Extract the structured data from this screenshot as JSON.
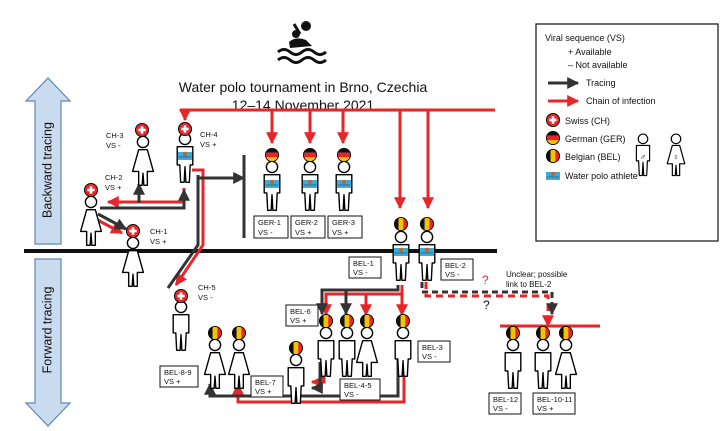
{
  "title": {
    "line1": "Water polo tournament in Brno, Czechia",
    "line2": "12–14 November 2021"
  },
  "side_labels": {
    "backward": "Backward tracing",
    "forward": "Forward tracing"
  },
  "legend": {
    "header": "Viral sequence (VS)",
    "available": "+ Available",
    "not_available": "– Not available",
    "tracing": "Tracing",
    "chain": "Chain of infection",
    "swiss": "Swiss (CH)",
    "german": "German (GER)",
    "belgian": "Belgian (BEL)",
    "athlete": "Water polo athlete"
  },
  "colors": {
    "chain": "#e8262a",
    "tracing": "#333333",
    "swiss": "#e8262a",
    "arrow_fill": "#c9dcef",
    "arrow_stroke": "#5f86b3",
    "athlete": "#3fa9d9"
  },
  "cases": {
    "ch1": {
      "id": "CH-1",
      "vs": "VS +"
    },
    "ch2": {
      "id": "CH-2",
      "vs": "VS +"
    },
    "ch3": {
      "id": "CH-3",
      "vs": "VS -"
    },
    "ch4": {
      "id": "CH-4",
      "vs": "VS +"
    },
    "ch5": {
      "id": "CH-5",
      "vs": "VS -"
    },
    "ger1": {
      "id": "GER-1",
      "vs": "VS -"
    },
    "ger2": {
      "id": "GER-2",
      "vs": "VS +"
    },
    "ger3": {
      "id": "GER-3",
      "vs": "VS +"
    },
    "bel1": {
      "id": "BEL-1",
      "vs": "VS -"
    },
    "bel2": {
      "id": "BEL-2",
      "vs": "VS -"
    },
    "bel3": {
      "id": "BEL-3",
      "vs": "VS -"
    },
    "bel45": {
      "id": "BEL-4-5",
      "vs": "VS -"
    },
    "bel6": {
      "id": "BEL-6",
      "vs": "VS +"
    },
    "bel7": {
      "id": "BEL-7",
      "vs": "VS +"
    },
    "bel89": {
      "id": "BEL-8-9",
      "vs": "VS +"
    },
    "bel12": {
      "id": "BEL-12",
      "vs": "VS -"
    },
    "bel1011": {
      "id": "BEL-10-11",
      "vs": "VS +"
    }
  },
  "annotations": {
    "unclear_line1": "Unclear; possible",
    "unclear_line2": "link to BEL-2",
    "question": "?"
  }
}
